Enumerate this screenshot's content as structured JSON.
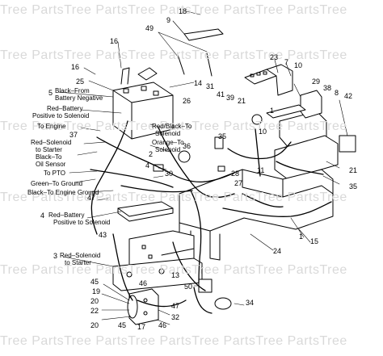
{
  "watermark": {
    "brand": "PartsTree",
    "tile": "Tree      PartsTree      PartsTree      PartsTree      PartsTree      PartsTree"
  },
  "callouts": {
    "c18": "18",
    "c9": "9",
    "c49": "49",
    "c16a": "16",
    "c16b": "16",
    "c25": "25",
    "c23": "23",
    "c7": "7",
    "c10a": "10",
    "c14": "14",
    "c5": "5",
    "c31": "31",
    "c41": "41",
    "c39": "39",
    "c29": "29",
    "c38": "38",
    "c8": "8",
    "c42": "42",
    "c21a": "21",
    "c26": "26",
    "c1a": "1",
    "c37": "37",
    "c36": "36",
    "c2": "2",
    "c10b": "10",
    "c35a": "35",
    "c11": "11",
    "c30": "30",
    "c4": "4",
    "c47a": "47",
    "c28": "28",
    "c21b": "21",
    "c35b": "35",
    "c27": "27",
    "c15": "15",
    "c1b": "1",
    "c43": "43",
    "c3": "3",
    "c24": "24",
    "c13": "13",
    "c45a": "45",
    "c19": "19",
    "c46a": "46",
    "c22": "22",
    "c20a": "20",
    "c50": "50",
    "c47b": "47",
    "c32": "32",
    "c20b": "20",
    "c45b": "45",
    "c17": "17",
    "c46b": "46",
    "c34": "34",
    "c4b": "4"
  },
  "labels": {
    "black_from": "Black–From",
    "battery_negative": "Battery Negative",
    "red_battery": "Red–Battery",
    "positive_to_solenoid": "Positive to Solenoid",
    "to_engine": "To Engine",
    "red_solenoid": "Red–Solenoid",
    "to_starter": "to Starter",
    "black_to": "Black–To",
    "oil_sensor": "Oil Sensor",
    "to_pto": "To PTO",
    "green_to_ground": "Green–To Ground",
    "black_to_engine_ground": "Black–To Engine Ground",
    "red_battery_2": "Red–Battery",
    "positive_to_solenoid_2": "Positive to Solenoid",
    "red_solenoid_2": "Red–Solenoid",
    "to_starter_2": "to Starter",
    "red_black_to": "Red/Black–To",
    "solenoid": "Solenoid",
    "orange_to": "Orange–To",
    "solenoid_2": "Solenoid"
  }
}
